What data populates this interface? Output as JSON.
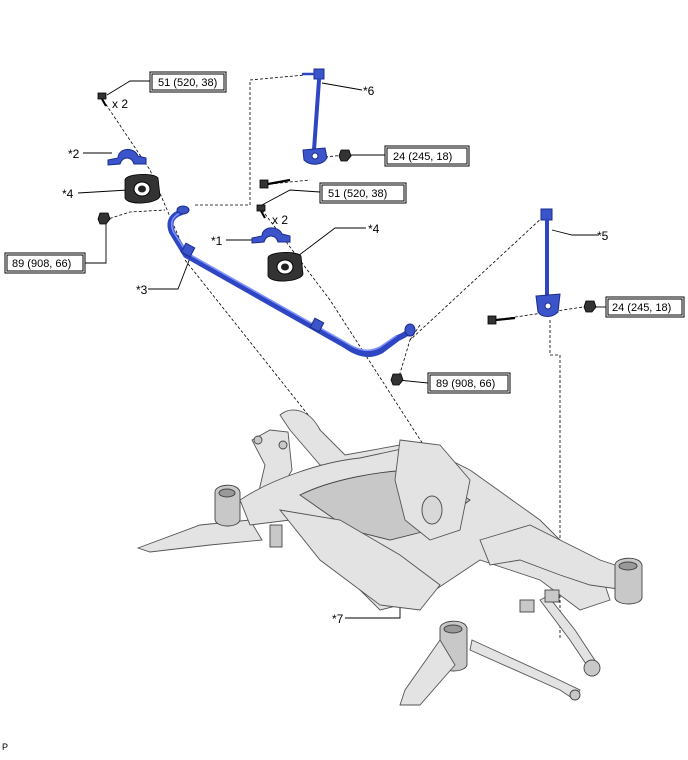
{
  "diagram": {
    "callouts": {
      "c1": "*1",
      "c2": "*2",
      "c3": "*3",
      "c4a": "*4",
      "c4b": "*4",
      "c5": "*5",
      "c6": "*6",
      "c7": "*7"
    },
    "torques": {
      "t_top_left": "51 (520, 38)",
      "t_mid": "51 (520, 38)",
      "t_left_nut": "89 (908, 66)",
      "t_right_nut": "89 (908, 66)",
      "t_link6_nut": "24 (245, 18)",
      "t_link5_nut": "24 (245, 18)"
    },
    "quantities": {
      "q_top_left": "x 2",
      "q_mid": "x 2"
    },
    "corner_label": "P"
  }
}
